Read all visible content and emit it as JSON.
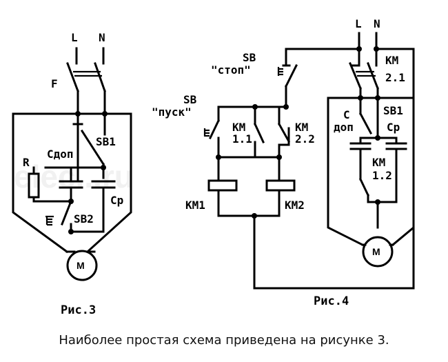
{
  "fig3": {
    "L": "L",
    "N": "N",
    "F": "F",
    "SB1": "SB1",
    "R": "R",
    "Cdop": "Сдоп",
    "Cp": "Ср",
    "SB2": "SB2",
    "M": "M",
    "caption": "Рис.3"
  },
  "fig4": {
    "L": "L",
    "N": "N",
    "SB_stop_1": "SB",
    "SB_stop_2": "\"стоп\"",
    "SB_start_1": "SB",
    "SB_start_2": "\"пуск\"",
    "KM11_a": "КМ",
    "KM11_b": "1.1",
    "KM22_a": "КМ",
    "KM22_b": "2.2",
    "KM21_a": "КМ",
    "KM21_b": "2.1",
    "Cdop_a": "С",
    "Cdop_b": "доп",
    "SB1Cp_a": "SB1",
    "SB1Cp_b": "Ср",
    "KM12_a": "КМ",
    "KM12_b": "1.2",
    "KM1": "КМ1",
    "KM2": "КМ2",
    "M": "M",
    "caption": "Рис.4"
  },
  "watermark": "elec...ru",
  "footer_text": "Наиболее простая схема приведена на рисунке 3."
}
